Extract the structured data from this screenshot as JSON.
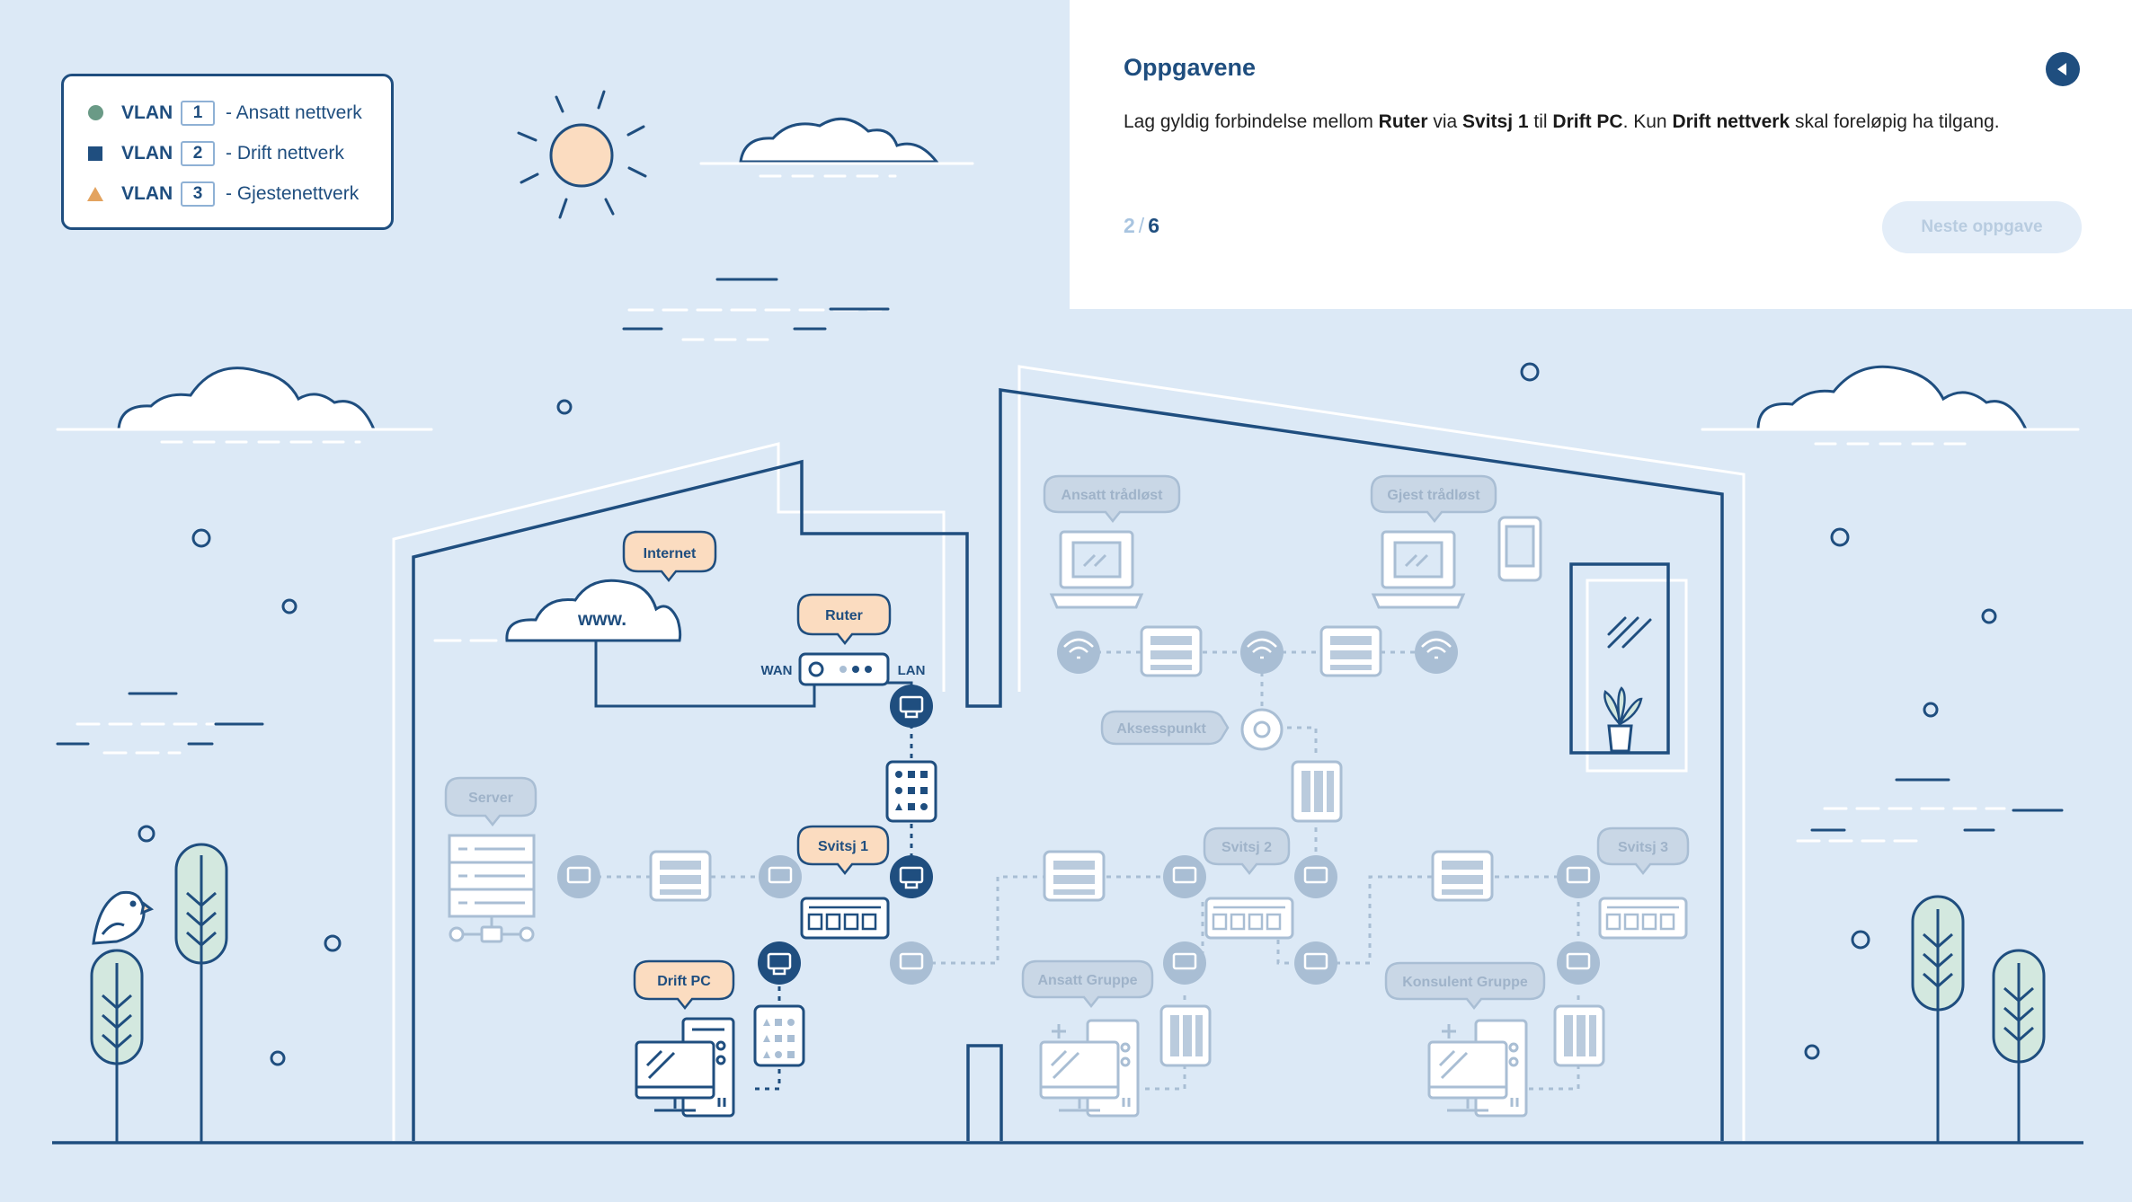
{
  "legend": {
    "items": [
      {
        "shape": "circle",
        "color": "#6a9a86",
        "label": "VLAN",
        "number": "1",
        "name": "- Ansatt nettverk"
      },
      {
        "shape": "square",
        "color": "#1f4e7f",
        "label": "VLAN",
        "number": "2",
        "name": "- Drift nettverk"
      },
      {
        "shape": "triangle",
        "color": "#e3a35f",
        "label": "VLAN",
        "number": "3",
        "name": "- Gjestenettverk"
      }
    ]
  },
  "task": {
    "title": "Oppgavene",
    "text_parts": [
      "Lag gyldig forbindelse mellom ",
      "Ruter",
      " via ",
      "Svitsj 1",
      " til ",
      "Drift PC",
      ". Kun ",
      "Drift nettverk",
      " skal foreløpig ha tilgang."
    ],
    "progress_current": "2",
    "progress_sep": "/",
    "progress_total": "6",
    "next_label": "Neste oppgave",
    "collapse_icon": "triangle-left-icon"
  },
  "diagram": {
    "cloud_text": "www.",
    "labels": {
      "internet": "Internet",
      "ruter": "Ruter",
      "wan": "WAN",
      "lan": "LAN",
      "svitsj1": "Svitsj 1",
      "drift_pc": "Drift PC",
      "server": "Server",
      "ansatt_tradlost": "Ansatt trådløst",
      "gjest_tradlost": "Gjest trådløst",
      "aksesspunkt": "Aksesspunkt",
      "svitsj2": "Svitsj 2",
      "svitsj3": "Svitsj 3",
      "ansatt_gruppe": "Ansatt Gruppe",
      "konsulent_gruppe": "Konsulent Gruppe"
    }
  },
  "colors": {
    "background": "#dce9f6",
    "primary": "#1f4e7f",
    "muted": "#a9bed4",
    "bubble_active": "#fbdcc0",
    "bubble_inactive": "#c9d7e6"
  }
}
